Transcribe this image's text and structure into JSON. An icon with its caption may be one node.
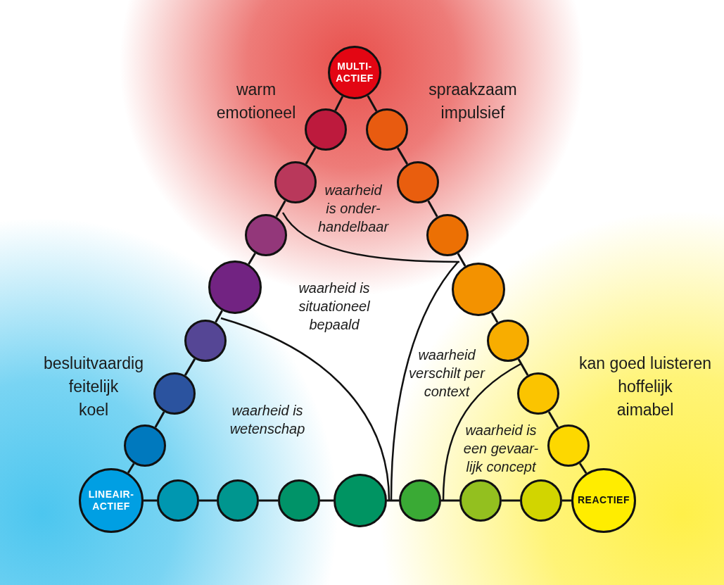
{
  "diagram": {
    "nodes": [
      {
        "text": [
          "MULTI-ACTIEF"
        ]
      },
      {
        "text": [],
        "shape": "circle"
      },
      {
        "text": [],
        "shape": "circle"
      },
      {
        "text": [],
        "shape": "circle"
      },
      {
        "text": [],
        "shape": "circle"
      },
      {
        "text": [],
        "shape": "circle"
      },
      {
        "text": [],
        "shape": "circle"
      },
      {
        "text": [],
        "shape": "circle"
      },
      {
        "text": [
          "LINEAIR-ACTIEF"
        ]
      },
      {
        "text": [],
        "shape": "circle"
      },
      {
        "text": [],
        "shape": "circle"
      },
      {
        "text": [],
        "shape": "circle"
      },
      {
        "text": [],
        "shape": "circle"
      },
      {
        "text": [],
        "shape": "circle"
      },
      {
        "text": [],
        "shape": "circle"
      },
      {
        "text": [],
        "shape": "circle"
      },
      {
        "text": [
          "REACTIEF"
        ]
      },
      {
        "text": [],
        "shape": "circle"
      },
      {
        "text": [],
        "shape": "circle"
      },
      {
        "text": [],
        "shape": "circle"
      },
      {
        "text": [],
        "shape": "circle"
      },
      {
        "text": [],
        "shape": "circle"
      },
      {
        "text": [],
        "shape": "circle"
      },
      {
        "text": [],
        "shape": "circle"
      }
    ],
    "edges": [
      {
        "from": 0,
        "to": 1,
        "arrow": "none"
      },
      {
        "from": 1,
        "to": 2,
        "arrow": "none"
      },
      {
        "from": 2,
        "to": 3,
        "arrow": "none"
      },
      {
        "from": 3,
        "to": 4,
        "arrow": "none"
      },
      {
        "from": 4,
        "to": 5,
        "arrow": "none"
      },
      {
        "from": 5,
        "to": 6,
        "arrow": "none"
      },
      {
        "from": 6,
        "to": 7,
        "arrow": "none"
      },
      {
        "from": 7,
        "to": 8,
        "arrow": "none"
      },
      {
        "from": 8,
        "to": 9,
        "arrow": "none"
      },
      {
        "from": 9,
        "to": 10,
        "arrow": "none"
      },
      {
        "from": 10,
        "to": 11,
        "arrow": "none"
      },
      {
        "from": 11,
        "to": 12,
        "arrow": "none"
      },
      {
        "from": 12,
        "to": 13,
        "arrow": "none"
      },
      {
        "from": 13,
        "to": 14,
        "arrow": "none"
      },
      {
        "from": 14,
        "to": 15,
        "arrow": "none"
      },
      {
        "from": 15,
        "to": 16,
        "arrow": "none"
      },
      {
        "from": 16,
        "to": 17,
        "arrow": "none"
      },
      {
        "from": 17,
        "to": 18,
        "arrow": "none"
      },
      {
        "from": 18,
        "to": 19,
        "arrow": "none"
      },
      {
        "from": 19,
        "to": 20,
        "arrow": "none"
      },
      {
        "from": 20,
        "to": 21,
        "arrow": "none"
      },
      {
        "from": 21,
        "to": 22,
        "arrow": "none"
      },
      {
        "from": 22,
        "to": 23,
        "arrow": "none"
      },
      {
        "from": 23,
        "to": 0,
        "arrow": "none"
      }
    ],
    "labels": [
      "warm",
      "spraakzaam",
      "emotioneel",
      "impulsief",
      "waarheid is onder- handelbaar",
      "waarheid is situationeel bepaald",
      "besluitvaardig",
      "kan goed luisteren",
      "waarheid verschilt per context",
      "feitelijk",
      "hoffelijk",
      "koel",
      "aimabel",
      "waarheid is wetenschap",
      "waarheid is een gevaar- lijk concept"
    ]
  }
}
